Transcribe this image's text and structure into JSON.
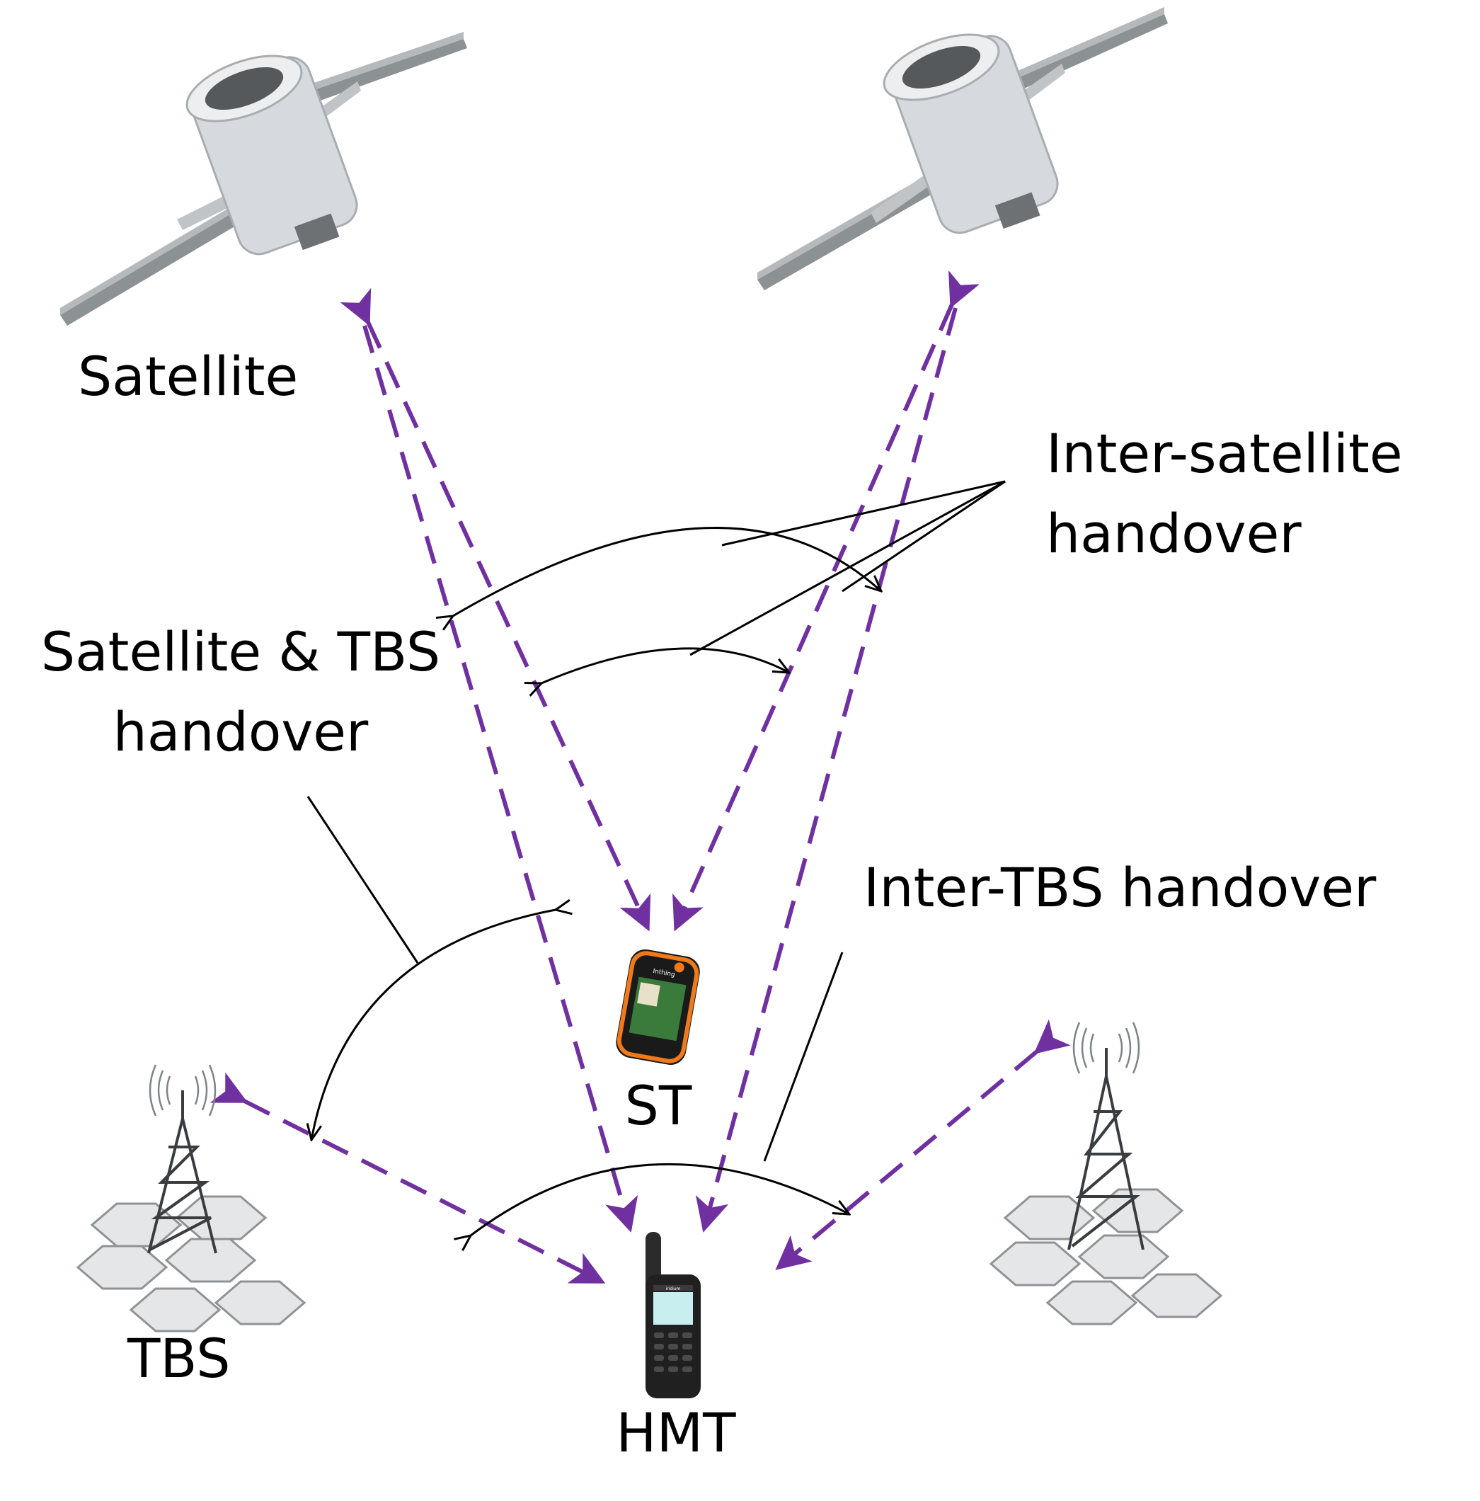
{
  "labels": {
    "satellite": "Satellite",
    "inter_satellite_line1": "Inter-satellite",
    "inter_satellite_line2": "handover",
    "sat_tbs_line1": "Satellite & TBS",
    "sat_tbs_line2": "handover",
    "inter_tbs": "Inter-TBS handover",
    "st": "ST",
    "tbs": "TBS",
    "hmt": "HMT"
  },
  "colors": {
    "link_purple": "#7030a0",
    "pointer_black": "#000000",
    "satellite_body": "#d6d9dd",
    "solar_panel": "#9ea3a6",
    "hex_tile": "#e4e6e8"
  },
  "icons": {
    "satellite": "satellite-icon",
    "tower": "cell-tower-icon",
    "st_device": "handheld-gps-icon",
    "hmt_device": "satellite-phone-icon"
  },
  "device_brands": {
    "st": "Inthing",
    "hmt": "iridium"
  }
}
